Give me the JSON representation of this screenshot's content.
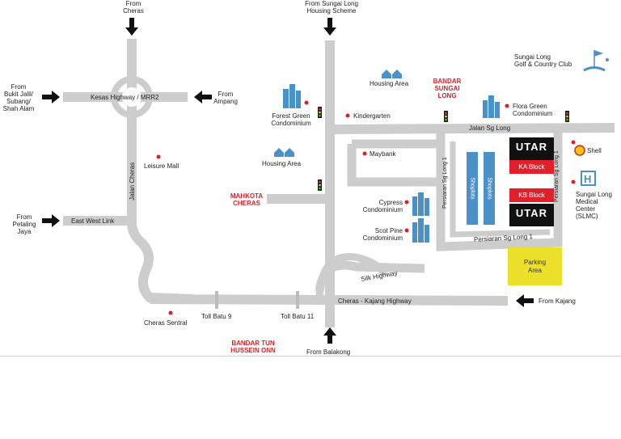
{
  "origins": {
    "from_cheras": "From\nCheras",
    "from_sungai_long": "From Sungai Long\nHousing Scheme",
    "from_bukit_jalil": "From\nBukit Jalil/\nSubang/\nShah Alam",
    "from_ampang": "From\nAmpang",
    "from_petaling_jaya": "From\nPetaling\nJaya",
    "from_kajang": "From Kajang",
    "from_balakong": "From Balakong"
  },
  "roads": {
    "kesas": "Kesas Highway / MRR2",
    "jalan_cheras": "Jalan Cheras",
    "east_west_link": "East West Link",
    "jalan_sg_long": "Jalan Sg Long",
    "persiaran_sg_long_1_a": "Persiaran Sg Long 1",
    "persiaran_sg_long_1_b": "Persiaran Sg Long 1",
    "persiaran_sg_long_1_c": "Persiaran Sg Long 1",
    "silk_highway": "Silk Highway",
    "cheras_kajang": "Cheras - Kajang Highway"
  },
  "places": {
    "leisure_mall": "Leisure Mall",
    "forest_green": "Forest Green\nCondominium",
    "housing_area_1": "Housing Area",
    "housing_area_2": "Housing Area",
    "kindergarten": "Kindergarten",
    "flora_green": "Flora Green\nCondominium",
    "maybank": "Maybank",
    "cypress": "Cypress\nCondominium",
    "scot_pine": "Scot Pine\nCondominium",
    "shell": "Shell",
    "sungai_long_medical": "Sungai Long\nMedical\nCenter\n(SLMC)",
    "golf_club": "Sungai Long\nGolf & Country Club",
    "cheras_sentral": "Cheras Sentral",
    "toll_9": "Toll Batu 9",
    "toll_11": "Toll Batu 11"
  },
  "areas": {
    "bandar_sungai_long": "BANDAR\nSUNGAI\nLONG",
    "mahkota_cheras": "MAHKOTA\nCHERAS",
    "bandar_tun_hussein_onn": "BANDAR TUN\nHUSSEIN ONN"
  },
  "campus": {
    "utar_logo_1": "UTAR",
    "utar_logo_2": "UTAR",
    "ka_block": "KA Block",
    "kb_block": "KB Block",
    "shoplots_1": "Shoplots",
    "shoplots_2": "Shoplots",
    "parking": "Parking\nArea"
  },
  "colors": {
    "road": "#cdcdcd",
    "accent_red": "#d9232a",
    "building_blue": "#4a90c9",
    "parking_yellow": "#ece02a"
  }
}
